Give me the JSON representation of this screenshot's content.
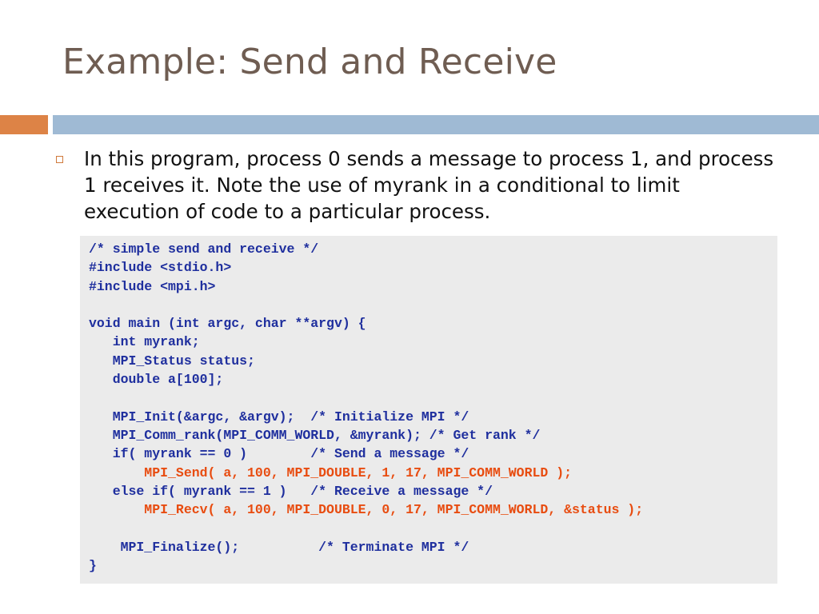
{
  "slide": {
    "title": "Example: Send and Receive",
    "bullet": "In this program, process 0 sends a message to process 1, and process 1 receives it. Note the use of myrank in a conditional to limit execution of code to a particular process."
  },
  "colors": {
    "title": "#6f5d52",
    "accent_orange": "#dd8346",
    "accent_blue": "#9fbad4",
    "code_text": "#1f2f9e",
    "code_highlight": "#e84c10",
    "code_background": "#ebebeb"
  },
  "icons": {
    "bullet": "hollow-square-bullet-icon"
  },
  "code": {
    "lines": [
      "/* simple send and receive */",
      "#include <stdio.h>",
      "#include <mpi.h>",
      "",
      "void main (int argc, char **argv) {",
      "   int myrank;",
      "   MPI_Status status;",
      "   double a[100];",
      "",
      "   MPI_Init(&argc, &argv);  /* Initialize MPI */",
      "   MPI_Comm_rank(MPI_COMM_WORLD, &myrank); /* Get rank */",
      "   if( myrank == 0 )        /* Send a message */",
      "       MPI_Send( a, 100, MPI_DOUBLE, 1, 17, MPI_COMM_WORLD );",
      "   else if( myrank == 1 )   /* Receive a message */",
      "       MPI_Recv( a, 100, MPI_DOUBLE, 0, 17, MPI_COMM_WORLD, &status );",
      "",
      "    MPI_Finalize();          /* Terminate MPI */",
      "}"
    ],
    "highlighted_lines": [
      12,
      14
    ]
  }
}
